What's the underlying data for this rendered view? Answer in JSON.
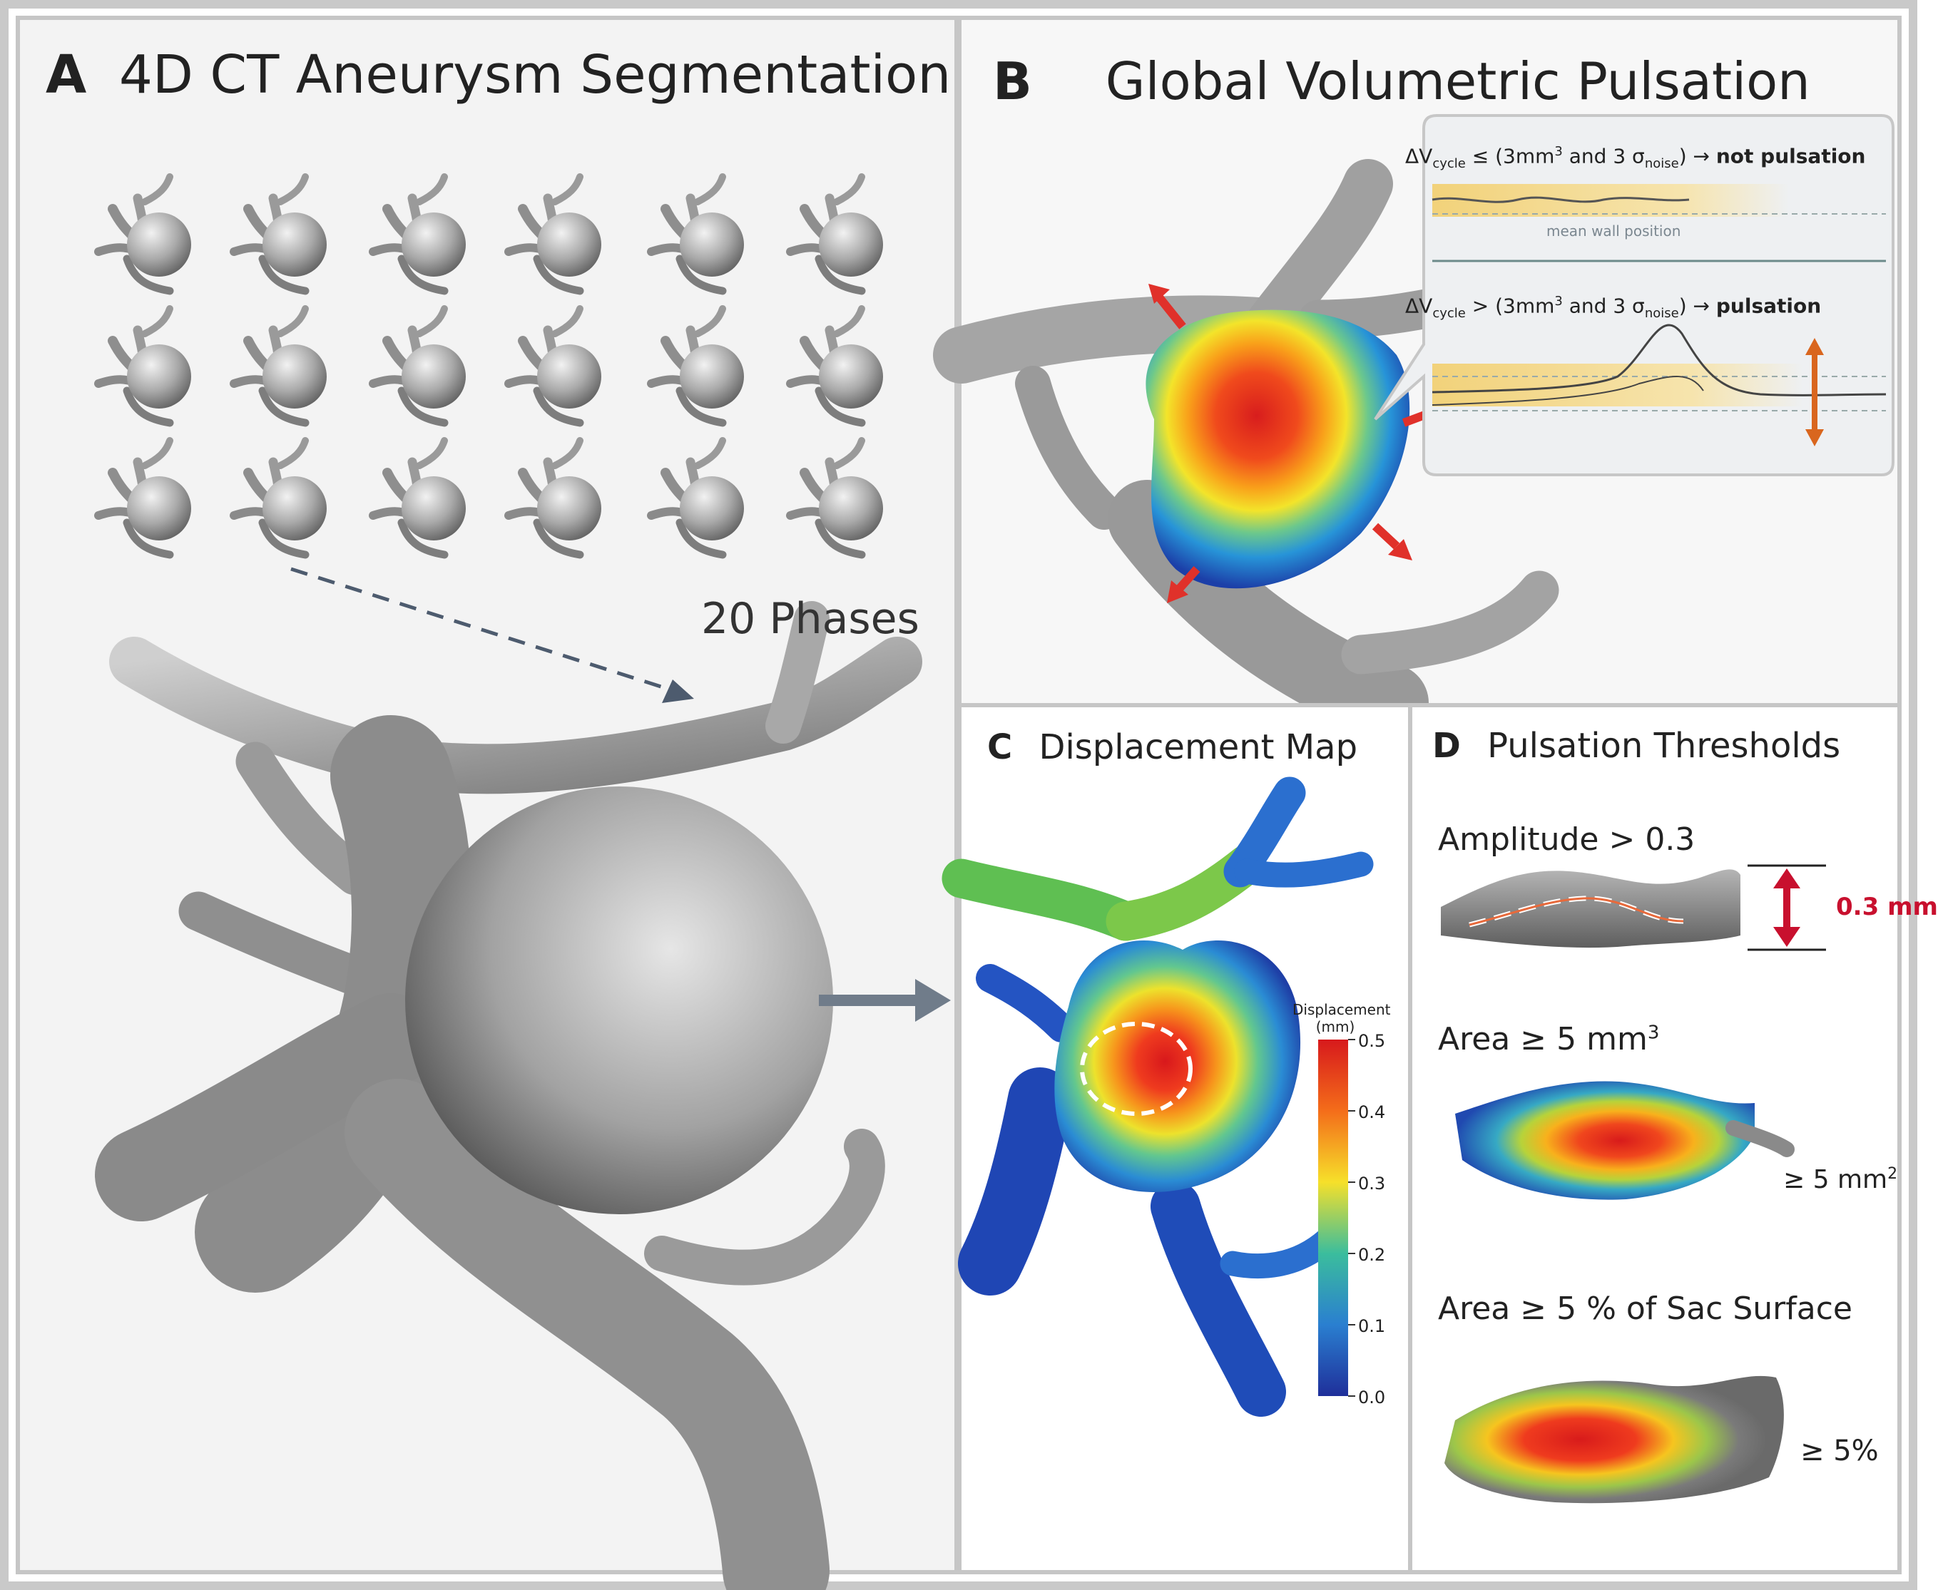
{
  "panel_a": {
    "letter": "A",
    "title": "4D CT Aneurysm Segmentation",
    "phases_label": "20 Phases"
  },
  "panel_b": {
    "letter": "B",
    "title": "Global Volumetric Pulsation",
    "callout_top": {
      "prefix": "ΔV",
      "sub1": "cycle",
      "middle": " ≤ (3mm",
      "sup": "3",
      "middle2": " and 3 σ",
      "sub2": "noise",
      "suffix": ") → ",
      "bold": "not pulsation"
    },
    "mean_wall_label": "mean wall position",
    "callout_bottom": {
      "prefix": "ΔV",
      "sub1": "cycle",
      "middle": " > (3mm",
      "sup": "3",
      "middle2": " and 3 σ",
      "sub2": "noise",
      "suffix": ") → ",
      "bold": "pulsation"
    }
  },
  "panel_c": {
    "letter": "C",
    "title": "Displacement Map",
    "colorbar_title": "Displacement",
    "colorbar_unit": "(mm)",
    "ticks": [
      "0.5",
      "0.4",
      "0.3",
      "0.2",
      "0.1",
      "0.0"
    ]
  },
  "panel_d": {
    "letter": "D",
    "title": "Pulsation Thresholds",
    "amplitude_label": "Amplitude > 0.3",
    "amplitude_value": "0.3 mm",
    "area_label": "Area ≥ 5 mm",
    "area_label_sup": "3",
    "area_value": "≥ 5 mm",
    "area_value_sup": "2",
    "percent_label": "Area ≥ 5 % of Sac Surface",
    "percent_value": "≥ 5%"
  },
  "colors": {
    "arrow_red": "#e0312a",
    "arrow_orange": "#d9661e",
    "threshold_red": "#c8102e",
    "vessel_gray": "#9a9a9a",
    "band_yellow": "#f2d27a"
  }
}
